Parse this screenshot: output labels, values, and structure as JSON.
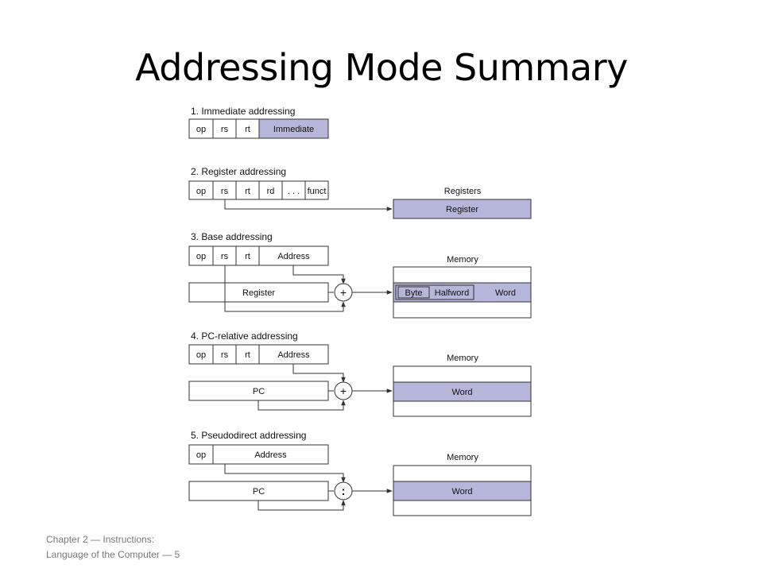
{
  "slide": {
    "title": "Addressing Mode Summary"
  },
  "footer": {
    "line1": "Chapter 2 — Instructions:",
    "line2": "Language of the Computer — 5"
  },
  "highlight_color": "#b6b6da",
  "modes": [
    {
      "heading": "1.  Immediate addressing",
      "fields": [
        "op",
        "rs",
        "rt",
        "Immediate"
      ]
    },
    {
      "heading": "2. Register addressing",
      "fields": [
        "op",
        "rs",
        "rt",
        "rd",
        ". . .",
        "funct"
      ],
      "target_title": "Registers",
      "target_cell": "Register"
    },
    {
      "heading": "3.  Base addressing",
      "fields": [
        "op",
        "rs",
        "rt",
        "Address"
      ],
      "operand": "Register",
      "operator": "+",
      "target_title": "Memory",
      "target_cells": [
        "Byte",
        "Halfword",
        "Word"
      ]
    },
    {
      "heading": "4.  PC-relative addressing",
      "fields": [
        "op",
        "rs",
        "rt",
        "Address"
      ],
      "operand": "PC",
      "operator": "+",
      "target_title": "Memory",
      "target_cell": "Word"
    },
    {
      "heading": "5.  Pseudodirect addressing",
      "fields": [
        "op",
        "Address"
      ],
      "operand": "PC",
      "operator": ":",
      "target_title": "Memory",
      "target_cell": "Word"
    }
  ]
}
